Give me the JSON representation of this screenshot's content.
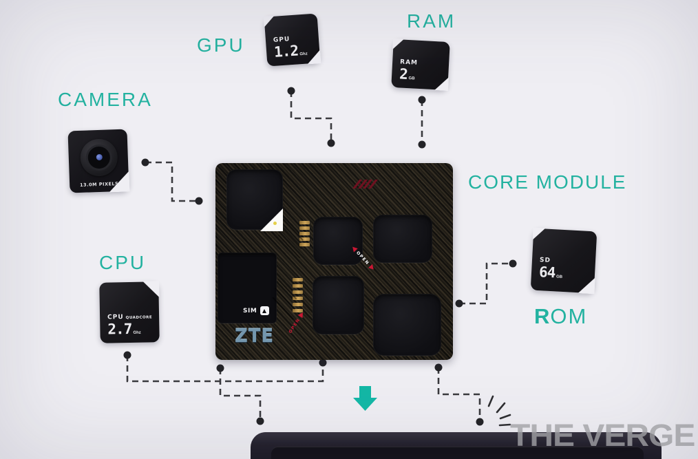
{
  "labels": {
    "camera": "CAMERA",
    "gpu": "GPU",
    "ram": "RAM",
    "cpu": "CPU",
    "core_module": "CORE MODULE",
    "rom_r": "R",
    "rom_om": "OM"
  },
  "chips": {
    "camera": {
      "caption": "13.0M PIXELS"
    },
    "gpu": {
      "title": "GPU",
      "value": "1.2",
      "unit": "Ghz"
    },
    "ram": {
      "title": "RAM",
      "value": "2",
      "unit": "GB"
    },
    "cpu": {
      "title": "CPU",
      "subtitle": "QUADCORE",
      "value": "2.7",
      "unit": "Ghz"
    },
    "rom": {
      "title": "SD",
      "value": "64",
      "unit": "GB"
    }
  },
  "core": {
    "sim": "SIM",
    "brand": "ZTE",
    "open_mid": "OPEN",
    "open_bottom": "OPEN"
  },
  "watermark": "THE VERGE",
  "colors": {
    "accent_teal": "#23b2a0",
    "arrow_teal": "#14b8a6",
    "chip_black": "#17161a",
    "open_red": "#c81733",
    "connector_gray": "#3a3a3e",
    "gold_pin": "#cfa65a",
    "zte_blue": "#7496ad",
    "watermark_gray": "#a7a7aa",
    "background": "#efeef3"
  }
}
